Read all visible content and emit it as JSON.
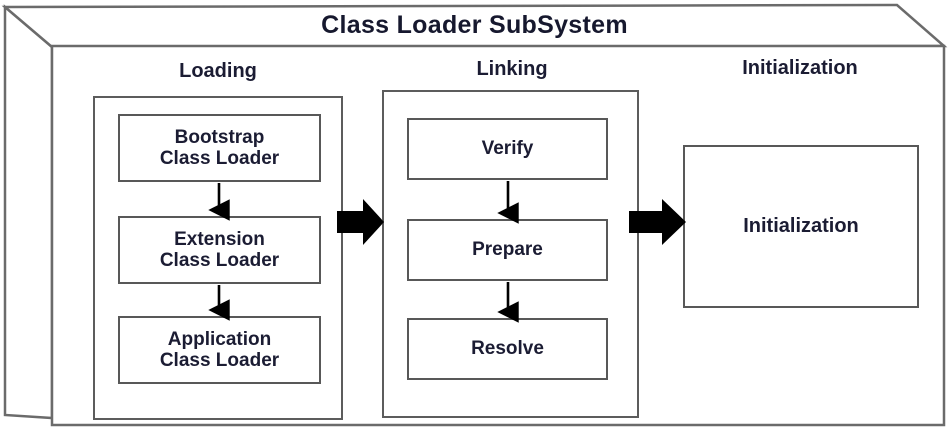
{
  "diagram": {
    "title": "Class Loader SubSystem",
    "sections": [
      {
        "id": "loading",
        "label": "Loading"
      },
      {
        "id": "linking",
        "label": "Linking"
      },
      {
        "id": "initialization",
        "label": "Initialization"
      }
    ],
    "loading_nodes": [
      {
        "line1": "Bootstrap",
        "line2": "Class Loader"
      },
      {
        "line1": "Extension",
        "line2": "Class Loader"
      },
      {
        "line1": "Application",
        "line2": "Class Loader"
      }
    ],
    "linking_nodes": [
      {
        "label": "Verify"
      },
      {
        "label": "Prepare"
      },
      {
        "label": "Resolve"
      }
    ],
    "initialization_node": {
      "label": "Initialization"
    },
    "flow_arrows": [
      {
        "from": "loading",
        "to": "linking"
      },
      {
        "from": "linking",
        "to": "initialization"
      }
    ],
    "colors": {
      "background": "#ffffff",
      "text": "#1b1c33",
      "box_border": "#585858",
      "shell_border": "#6b6b6b",
      "arrow_fill": "#000000"
    }
  }
}
